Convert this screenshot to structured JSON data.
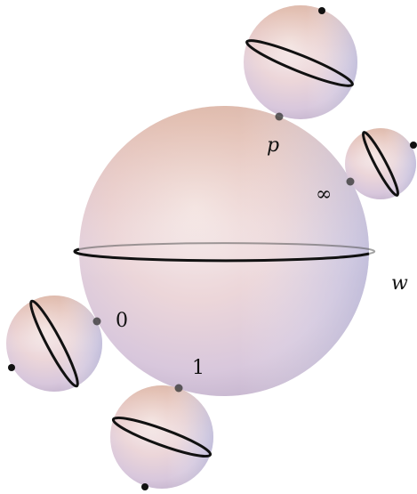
{
  "labels": {
    "p": "p",
    "infinity": "∞",
    "w": "w",
    "zero": "0",
    "one": "1"
  },
  "colors": {
    "sphere_light": "#f7eeee",
    "sphere_pink": "#e9c8cb",
    "sphere_peach": "#d9aa8c",
    "sphere_lavender": "#c9c2dc",
    "sphere_edge": "#c8b2c9",
    "curve": "#111111",
    "point": "#2a2a2a"
  },
  "spheres": [
    {
      "name": "main",
      "equator": "great-circle"
    },
    {
      "name": "top-bubble",
      "attached_at": "p"
    },
    {
      "name": "right-bubble",
      "attached_at": "∞"
    },
    {
      "name": "left-bubble",
      "attached_at": "0"
    },
    {
      "name": "bottom-bubble",
      "attached_at": "1"
    }
  ]
}
